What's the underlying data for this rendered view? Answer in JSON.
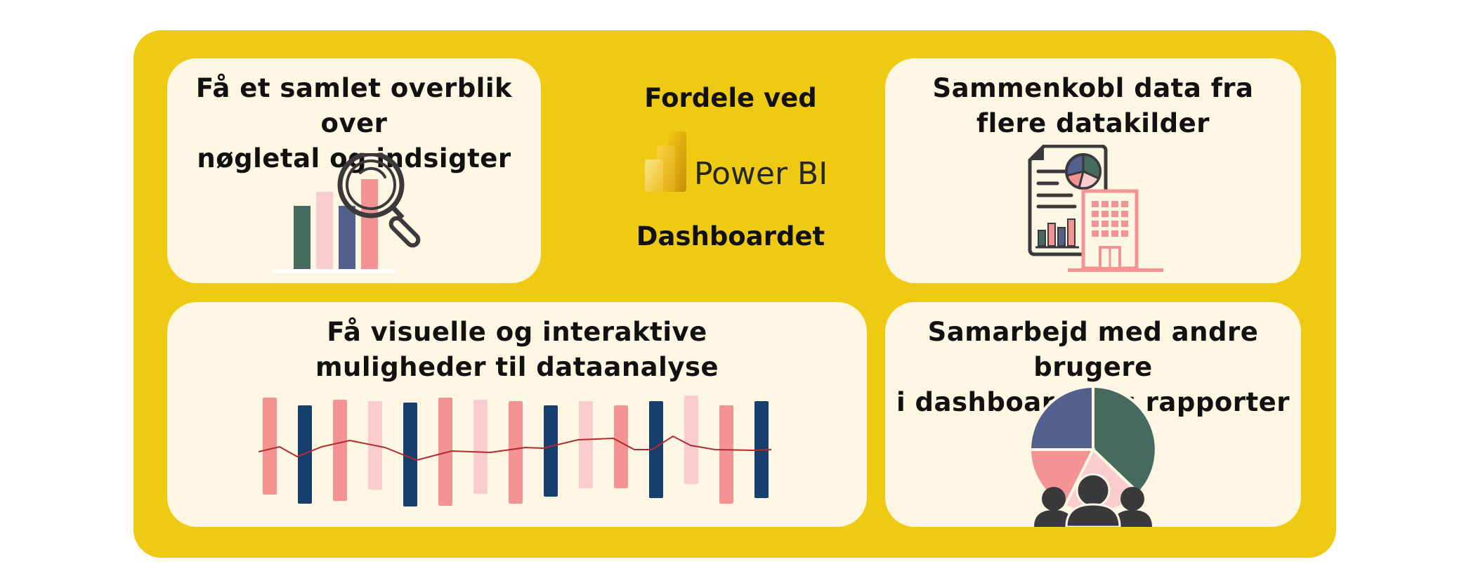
{
  "center": {
    "top_text": "Fordele ved",
    "logo_text": "Power BI",
    "bottom_text": "Dashboardet"
  },
  "cards": {
    "overview": {
      "line1": "Få et samlet overblik over",
      "line2": "nøgletal og indsigter",
      "icon": "bar-chart-magnifier-icon"
    },
    "sources": {
      "line1": "Sammenkobl data fra",
      "line2": "flere datakilder",
      "icon": "report-and-building-icon"
    },
    "visual": {
      "line1": "Få visuelle og interaktive",
      "line2": "muligheder til dataanalyse",
      "icon": "bar-line-chart-icon"
    },
    "collab": {
      "line1": "Samarbejd med andre brugere",
      "line2": "i dashboards og rapporter",
      "icon": "pie-chart-people-icon"
    }
  },
  "colors": {
    "background_frame": "#eeca12",
    "card": "#fdf6e3",
    "green": "#466a5d",
    "pink_light": "#f9cccd",
    "pink": "#f49394",
    "slate_blue": "#535f8c",
    "navy": "#173f6e",
    "dark_gray": "#3a3a3c",
    "line_red": "#b22b2c"
  }
}
